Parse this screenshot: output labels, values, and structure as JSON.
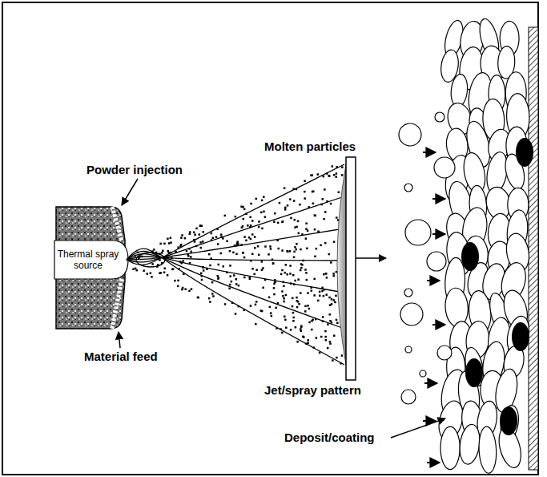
{
  "diagram": {
    "labels": [
      "Powder injection",
      "Thermal spray source",
      "Material feed",
      "Molten particles",
      "Jet/spray pattern",
      "Deposit/coating"
    ]
  }
}
